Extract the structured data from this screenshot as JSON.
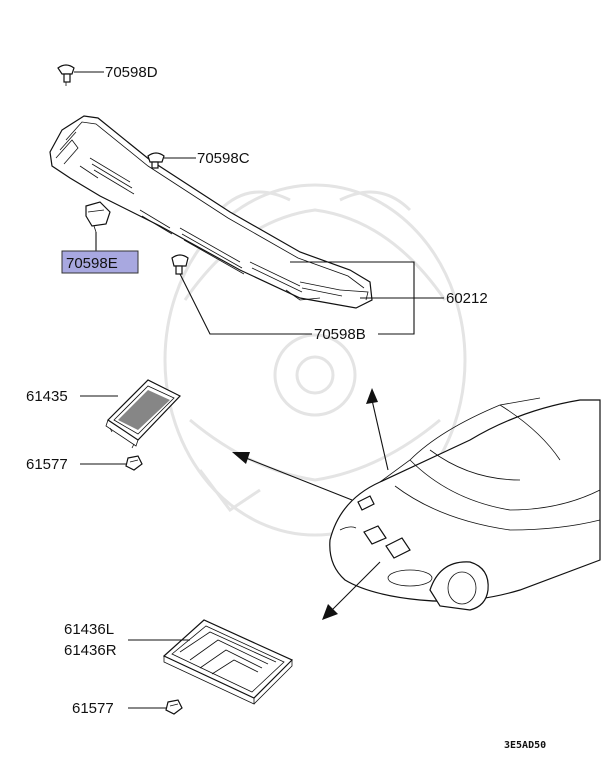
{
  "labels": {
    "p70598D": "70598D",
    "p70598C": "70598C",
    "p70598E": "70598E",
    "p60212": "60212",
    "p70598B": "70598B",
    "p61435": "61435",
    "p61577a": "61577",
    "p61436L": "61436L",
    "p61436R": "61436R",
    "p61577b": "61577",
    "diagram_code": "3E5AD50"
  },
  "colors": {
    "highlight": "#a8a8e0",
    "ink": "#111111",
    "watermark": "#e6e6e6"
  }
}
